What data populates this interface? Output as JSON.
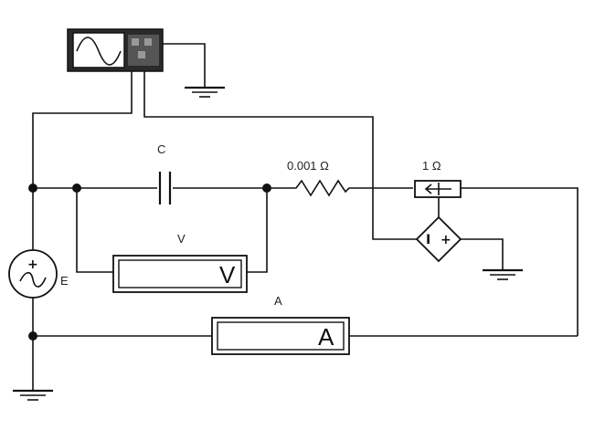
{
  "labels": {
    "capacitor": "C",
    "voltmeter_caption": "V",
    "voltmeter_display": "V",
    "ammeter_caption": "A",
    "ammeter_display": "A",
    "resistor_value": "0.001 Ω",
    "current_sensor_value": "1 Ω",
    "source": "E",
    "source_plus": "+",
    "dep_source_i": "I",
    "dep_source_plus": "+"
  },
  "colors": {
    "wire": "#111111",
    "oscilloscope_screen": "#ffffff",
    "oscilloscope_body": "#2a2a2a"
  },
  "icons": {
    "oscilloscope": "oscilloscope-icon",
    "ac_source": "ac-source-icon",
    "ground": "ground-icon",
    "dependent_source": "diamond-source-icon",
    "resistor": "resistor-icon",
    "capacitor": "capacitor-icon"
  }
}
